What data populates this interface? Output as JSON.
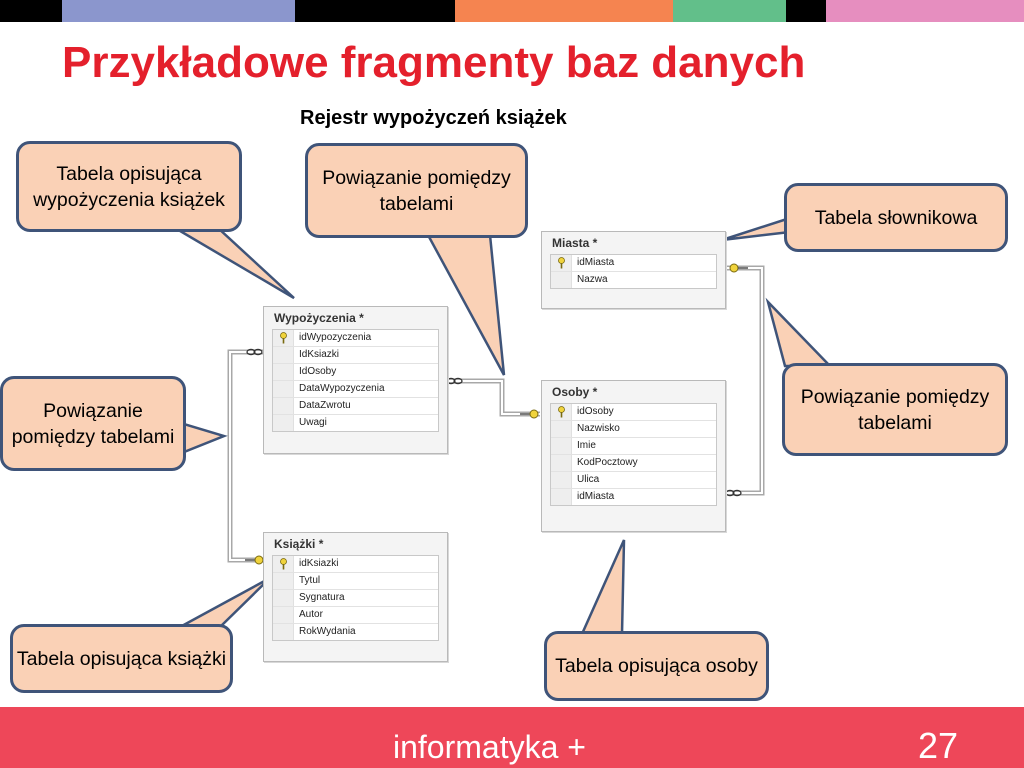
{
  "header": {
    "stripe_colors": [
      "#000000",
      "#8b96cd",
      "#000000",
      "#f58450",
      "#62bf8a",
      "#000000",
      "#e68ebf"
    ]
  },
  "title": "Przykładowe fragmenty baz danych",
  "subtitle": "Rejestr wypożyczeń książek",
  "tables": {
    "wypozyczenia": {
      "name": "Wypożyczenia *",
      "fields": [
        {
          "name": "idWypozyczenia",
          "key": true
        },
        {
          "name": "IdKsiazki",
          "key": false
        },
        {
          "name": "IdOsoby",
          "key": false
        },
        {
          "name": "DataWypozyczenia",
          "key": false
        },
        {
          "name": "DataZwrotu",
          "key": false
        },
        {
          "name": "Uwagi",
          "key": false
        }
      ]
    },
    "ksiazki": {
      "name": "Książki *",
      "fields": [
        {
          "name": "idKsiazki",
          "key": true
        },
        {
          "name": "Tytul",
          "key": false
        },
        {
          "name": "Sygnatura",
          "key": false
        },
        {
          "name": "Autor",
          "key": false
        },
        {
          "name": "RokWydania",
          "key": false
        }
      ]
    },
    "miasta": {
      "name": "Miasta *",
      "fields": [
        {
          "name": "idMiasta",
          "key": true
        },
        {
          "name": "Nazwa",
          "key": false
        }
      ]
    },
    "osoby": {
      "name": "Osoby *",
      "fields": [
        {
          "name": "idOsoby",
          "key": true
        },
        {
          "name": "Nazwisko",
          "key": false
        },
        {
          "name": "Imie",
          "key": false
        },
        {
          "name": "KodPocztowy",
          "key": false
        },
        {
          "name": "Ulica",
          "key": false
        },
        {
          "name": "idMiasta",
          "key": false
        }
      ]
    }
  },
  "callouts": {
    "tabela_wypozyczenia": "Tabela opisująca wypożyczenia książek",
    "powiazanie_top": "Powiązanie pomiędzy tabelami",
    "tabela_slownikowa": "Tabela słownikowa",
    "powiazanie_left": "Powiązanie pomiędzy tabelami",
    "powiazanie_right": "Powiązanie pomiędzy tabelami",
    "tabela_ksiazki": "Tabela opisująca książki",
    "tabela_osoby": "Tabela opisująca osoby"
  },
  "footer": {
    "brand": "informatyka +",
    "page": "27"
  },
  "colors": {
    "title": "#e4202c",
    "callout_fill": "#fad1b6",
    "callout_border": "#3f5479",
    "footer": "#ee4759",
    "key_icon": "#f0d33c"
  }
}
